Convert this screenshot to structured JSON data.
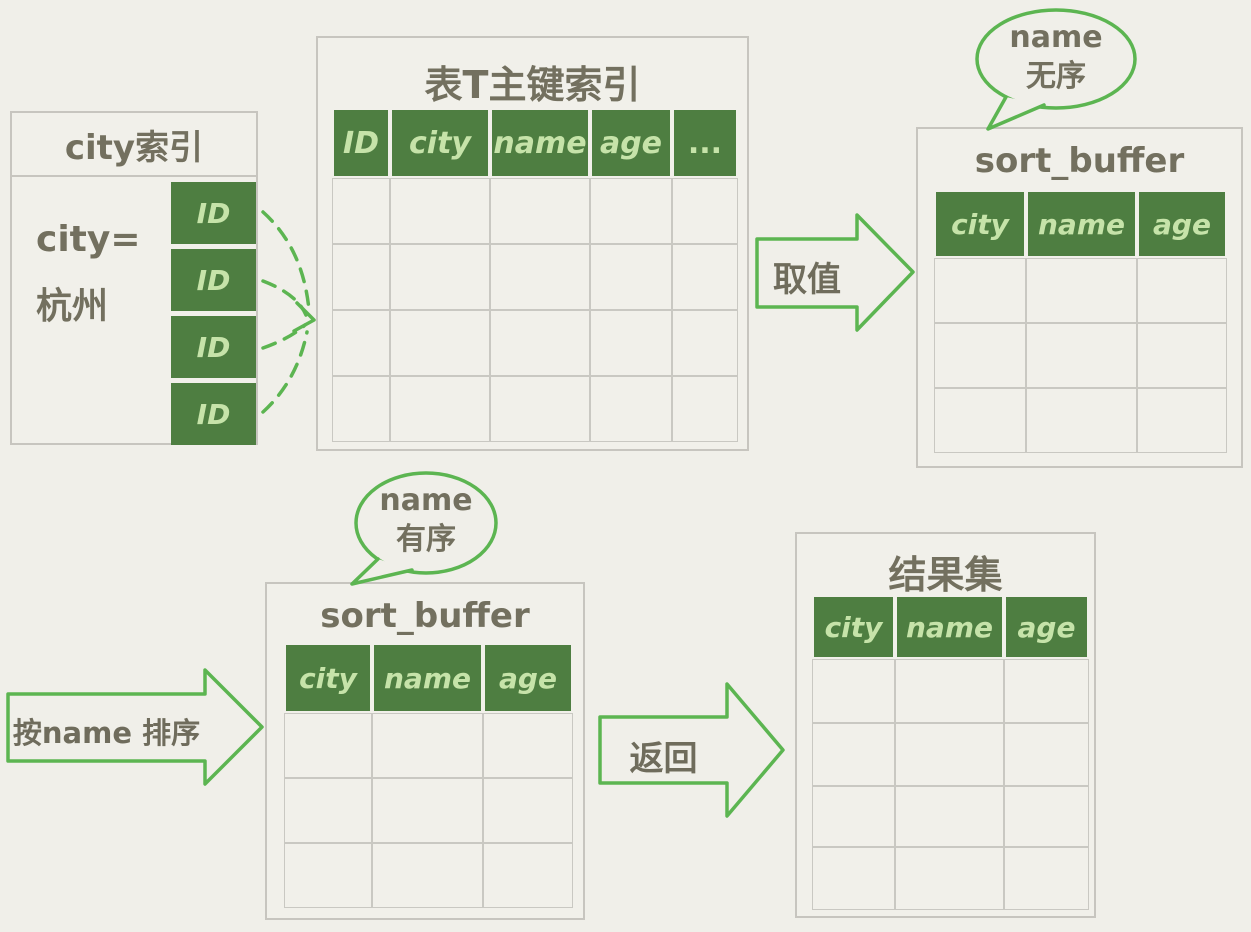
{
  "colors": {
    "background": "#f0efe9",
    "box_border": "#c7c5bf",
    "header_green": "#4e7e41",
    "header_text_green": "#c6e3a9",
    "accent_green": "#5cb551",
    "text_gray": "#73705f"
  },
  "city_index": {
    "title": "city索引",
    "filter_line1": "city=",
    "filter_line2": "杭州",
    "ids": [
      "ID",
      "ID",
      "ID",
      "ID"
    ]
  },
  "primary_key_index": {
    "title": "表T主键索引",
    "columns": [
      "ID",
      "city",
      "name",
      "age",
      "..."
    ],
    "empty_row_count": 4
  },
  "sort_buffer_top": {
    "title": "sort_buffer",
    "bubble_line1": "name",
    "bubble_line2": "无序",
    "columns": [
      "city",
      "name",
      "age"
    ],
    "empty_row_count": 3
  },
  "sort_buffer_bottom": {
    "title": "sort_buffer",
    "bubble_line1": "name",
    "bubble_line2": "有序",
    "columns": [
      "city",
      "name",
      "age"
    ],
    "empty_row_count": 3
  },
  "result_set": {
    "title": "结果集",
    "columns": [
      "city",
      "name",
      "age"
    ],
    "empty_row_count": 4
  },
  "arrows": {
    "fetch": "取值",
    "sort": "按name 排序",
    "return": "返回"
  }
}
